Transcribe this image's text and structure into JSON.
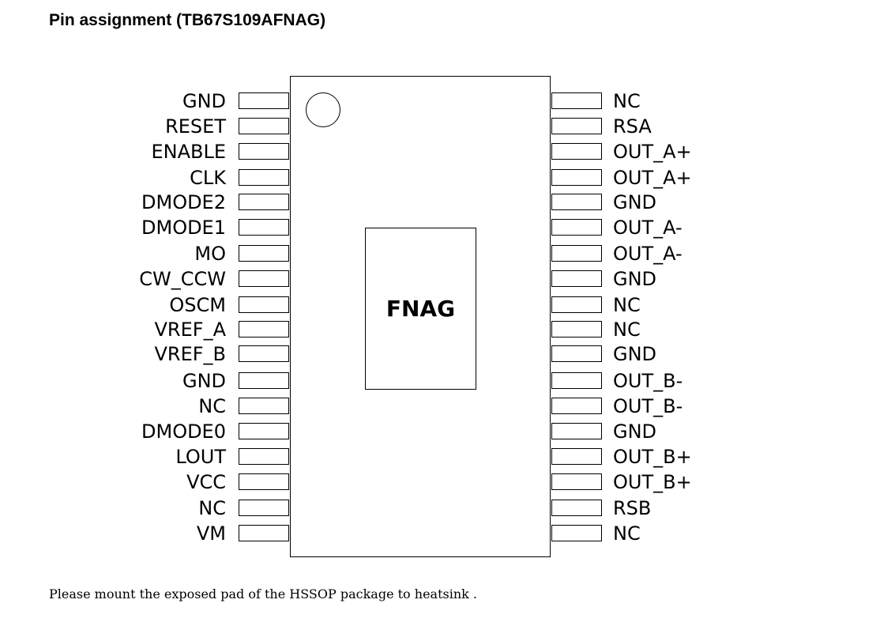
{
  "title": "Pin assignment (TB67S109AFNAG)",
  "package_label": "FNAG",
  "left_pins": [
    "GND",
    "RESET",
    "ENABLE",
    "CLK",
    "DMODE2",
    "DMODE1",
    "MO",
    "CW_CCW",
    "OSCM",
    "VREF_A",
    "VREF_B",
    "GND",
    "NC",
    "DMODE0",
    "LOUT",
    "VCC",
    "NC",
    "VM"
  ],
  "right_pins": [
    "NC",
    "RSA",
    "OUT_A+",
    "OUT_A+",
    "GND",
    "OUT_A-",
    "OUT_A-",
    "GND",
    "NC",
    "NC",
    "GND",
    "OUT_B-",
    "OUT_B-",
    "GND",
    "OUT_B+",
    "OUT_B+",
    "RSB",
    "NC"
  ],
  "note": "Please mount the exposed pad of the HSSOP package to heatsink ."
}
